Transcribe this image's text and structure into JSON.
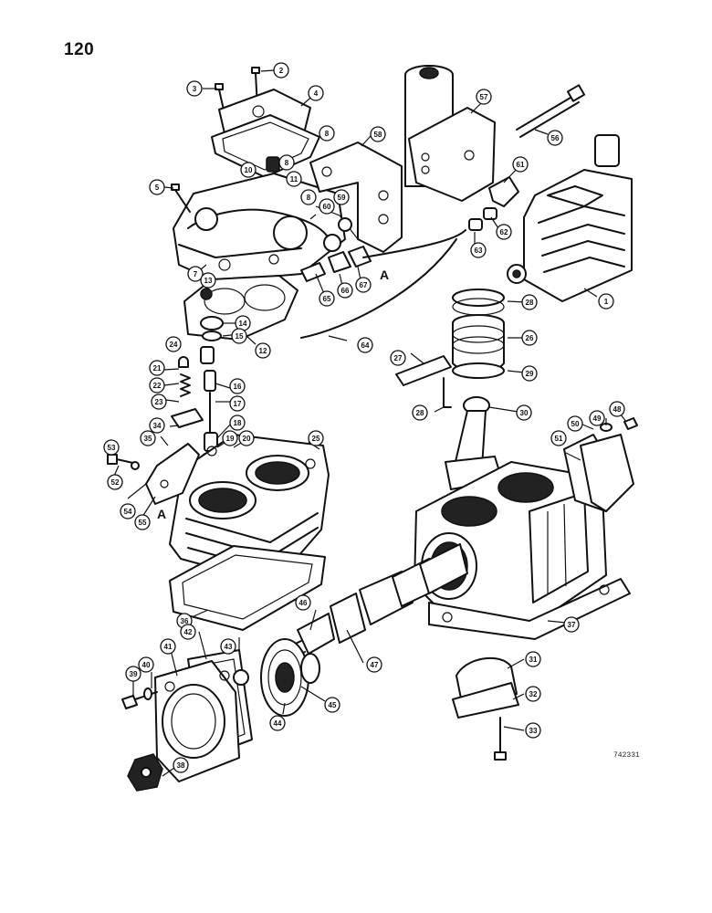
{
  "page": {
    "number": "120",
    "reference_code": "742331"
  },
  "section_markers": [
    "A",
    "A"
  ],
  "callouts": [
    "1",
    "2",
    "3",
    "4",
    "5",
    "7",
    "8",
    "8",
    "8",
    "10",
    "11",
    "12",
    "13",
    "14",
    "15",
    "16",
    "17",
    "18",
    "19",
    "20",
    "21",
    "22",
    "23",
    "24",
    "25",
    "26",
    "27",
    "28",
    "28",
    "29",
    "30",
    "31",
    "32",
    "33",
    "34",
    "35",
    "36",
    "37",
    "38",
    "39",
    "40",
    "41",
    "42",
    "43",
    "44",
    "45",
    "46",
    "47",
    "48",
    "49",
    "50",
    "51",
    "52",
    "53",
    "54",
    "55",
    "56",
    "57",
    "58",
    "59",
    "60",
    "61",
    "62",
    "63",
    "64",
    "65",
    "66",
    "67"
  ]
}
